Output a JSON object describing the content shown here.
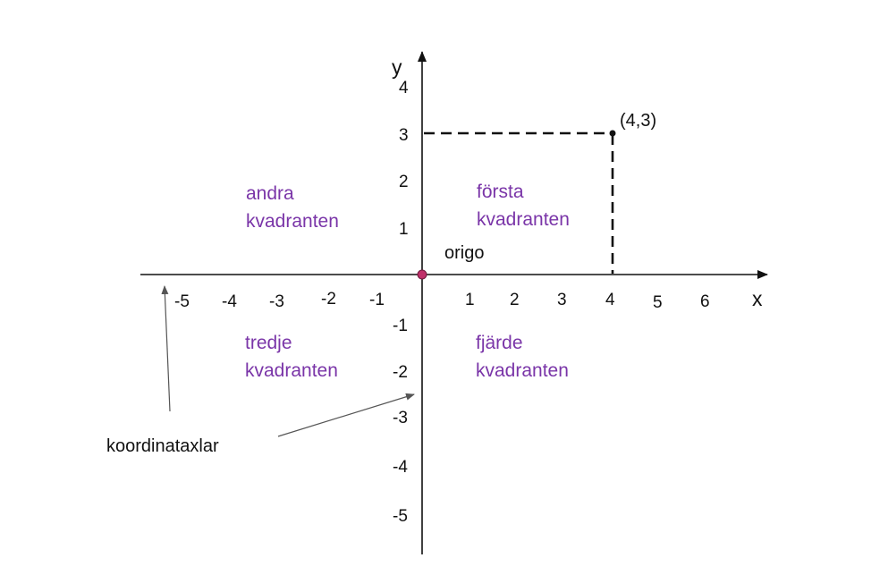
{
  "axes": {
    "x_name": "x",
    "y_name": "y",
    "x_ticks": [
      "-5",
      "-4",
      "-3",
      "-2",
      "-1",
      "1",
      "2",
      "3",
      "4",
      "5",
      "6"
    ],
    "y_ticks": [
      "4",
      "3",
      "2",
      "1",
      "-1",
      "-2",
      "-3",
      "-4",
      "-5"
    ]
  },
  "point": {
    "label": "(4,3)",
    "x": 4,
    "y": 3
  },
  "origin": {
    "label": "origo"
  },
  "quadrants": {
    "first": {
      "line1": "första",
      "line2": "kvadranten"
    },
    "second": {
      "line1": "andra",
      "line2": "kvadranten"
    },
    "third": {
      "line1": "tredje",
      "line2": "kvadranten"
    },
    "fourth": {
      "line1": "fjärde",
      "line2": "kvadranten"
    }
  },
  "callout": {
    "label": "koordinataxlar"
  },
  "colors": {
    "axis": "#111111",
    "quadrant_text": "#7a35a8",
    "origin_fill": "#c0306a",
    "callout_arrow": "#555555"
  }
}
